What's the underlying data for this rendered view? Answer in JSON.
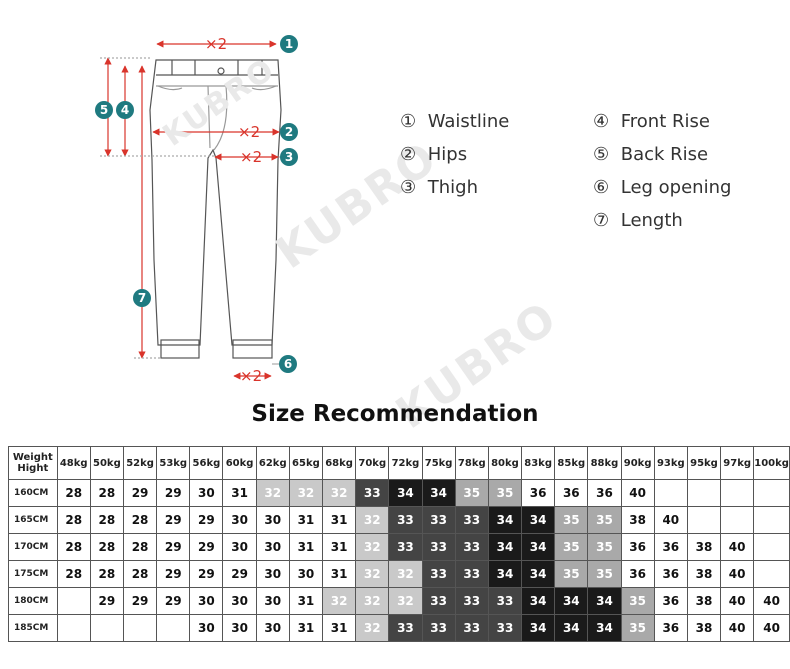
{
  "watermark": "KUBRO",
  "diagram": {
    "markers": [
      "1",
      "2",
      "3",
      "4",
      "5",
      "6",
      "7"
    ],
    "multipliers": [
      "×2",
      "×2",
      "×2",
      "×2"
    ]
  },
  "legend": [
    {
      "num": "①",
      "label": "Waistline"
    },
    {
      "num": "②",
      "label": "Hips"
    },
    {
      "num": "③",
      "label": "Thigh"
    },
    {
      "num": "④",
      "label": "Front Rise"
    },
    {
      "num": "⑤",
      "label": "Back Rise"
    },
    {
      "num": "⑥",
      "label": "Leg opening"
    },
    {
      "num": "⑦",
      "label": "Length"
    }
  ],
  "colors": {
    "accent": "#d9342b",
    "marker": "#1f7a80",
    "shade1": "#c8c8c8",
    "shade2": "#a8a8a8",
    "shade3": "#444444",
    "shade4": "#1a1a1a"
  },
  "title": "Size Recommendation",
  "table": {
    "corner": [
      "Weight",
      "Hight"
    ],
    "weights": [
      "48kg",
      "50kg",
      "52kg",
      "53kg",
      "56kg",
      "60kg",
      "62kg",
      "65kg",
      "68kg",
      "70kg",
      "72kg",
      "75kg",
      "78kg",
      "80kg",
      "83kg",
      "85kg",
      "88kg",
      "90kg",
      "93kg",
      "95kg",
      "97kg",
      "100kg"
    ],
    "rows": [
      {
        "height": "160CM",
        "sizes": [
          "28",
          "28",
          "29",
          "29",
          "30",
          "31",
          "32",
          "32",
          "32",
          "33",
          "34",
          "34",
          "35",
          "35",
          "36",
          "36",
          "36",
          "40",
          "",
          "",
          "",
          ""
        ]
      },
      {
        "height": "165CM",
        "sizes": [
          "28",
          "28",
          "28",
          "29",
          "29",
          "30",
          "30",
          "31",
          "31",
          "32",
          "33",
          "33",
          "33",
          "34",
          "34",
          "35",
          "35",
          "38",
          "40",
          "",
          "",
          ""
        ]
      },
      {
        "height": "170CM",
        "sizes": [
          "28",
          "28",
          "28",
          "29",
          "29",
          "30",
          "30",
          "31",
          "31",
          "32",
          "33",
          "33",
          "33",
          "34",
          "34",
          "35",
          "35",
          "36",
          "36",
          "38",
          "40",
          ""
        ]
      },
      {
        "height": "175CM",
        "sizes": [
          "28",
          "28",
          "28",
          "29",
          "29",
          "29",
          "30",
          "30",
          "31",
          "32",
          "32",
          "33",
          "33",
          "34",
          "34",
          "35",
          "35",
          "36",
          "36",
          "38",
          "40",
          ""
        ]
      },
      {
        "height": "180CM",
        "sizes": [
          "",
          "29",
          "29",
          "29",
          "30",
          "30",
          "30",
          "31",
          "32",
          "32",
          "32",
          "33",
          "33",
          "33",
          "34",
          "34",
          "34",
          "35",
          "36",
          "38",
          "40",
          "40"
        ]
      },
      {
        "height": "185CM",
        "sizes": [
          "",
          "",
          "",
          "",
          "30",
          "30",
          "30",
          "31",
          "31",
          "32",
          "33",
          "33",
          "33",
          "33",
          "34",
          "34",
          "34",
          "35",
          "36",
          "38",
          "40",
          "40"
        ]
      }
    ]
  }
}
